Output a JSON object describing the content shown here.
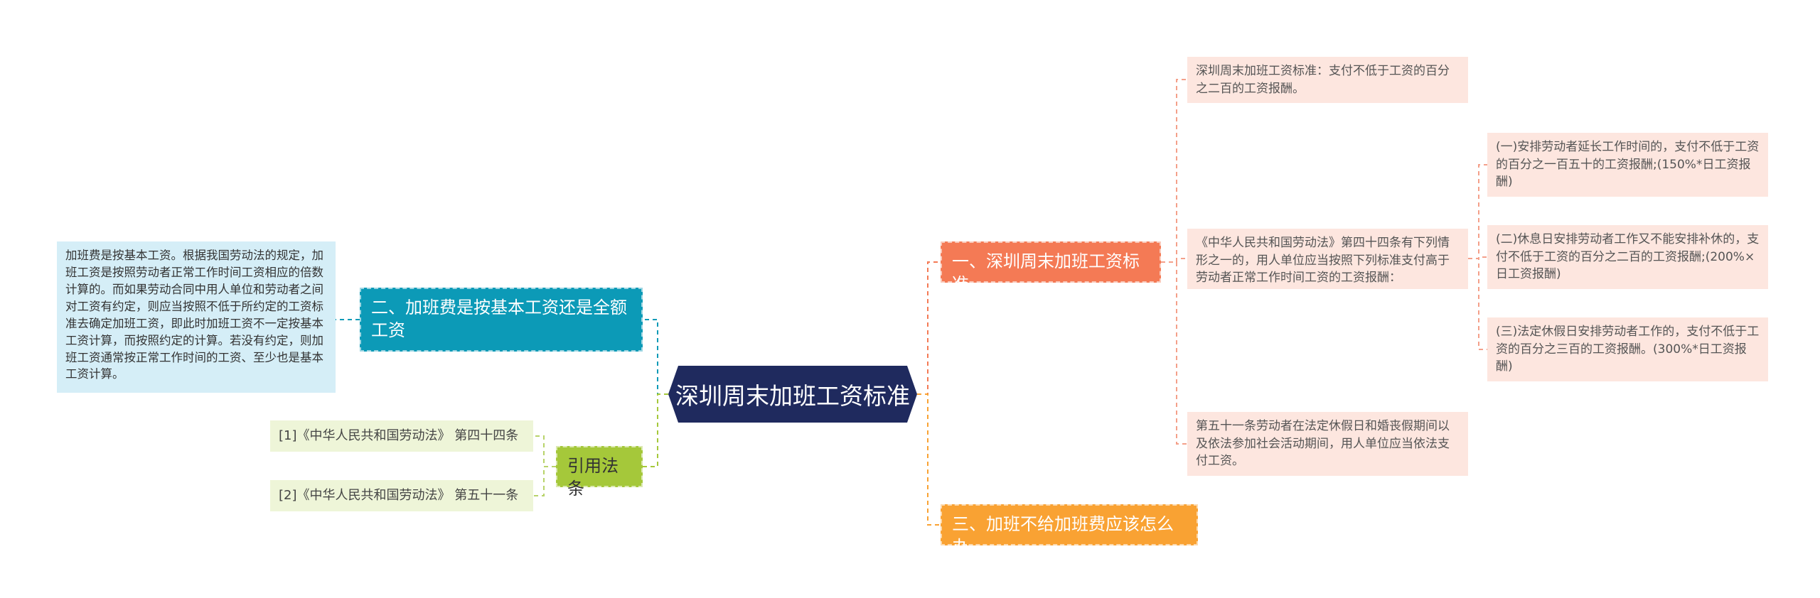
{
  "root": {
    "label": "深圳周末加班工资标准"
  },
  "branches": {
    "b1": "一、深圳周末加班工资标准",
    "b2": "二、加班费是按基本工资还是全额工资",
    "b3": "三、加班不给加班费应该怎么办",
    "b4": "引用法条"
  },
  "leaves": {
    "o1": "深圳周末加班工资标准：支付不低于工资的百分之二百的工资报酬。",
    "o2": "《中华人民共和国劳动法》第四十四条有下列情形之一的，用人单位应当按照下列标准支付高于劳动者正常工作时间工资的工资报酬：",
    "o3": "第五十一条劳动者在法定休假日和婚丧假期间以及依法参加社会活动期间，用人单位应当依法支付工资。",
    "s1": "(一)安排劳动者延长工作时间的，支付不低于工资的百分之一百五十的工资报酬;(150%*日工资报酬)",
    "s2": "(二)休息日安排劳动者工作又不能安排补休的，支付不低于工资的百分之二百的工资报酬;(200%×日工资报酬)",
    "s3": "(三)法定休假日安排劳动者工作的，支付不低于工资的百分之三百的工资报酬。(300%*日工资报酬)",
    "blue": "加班费是按基本工资。根据我国劳动法的规定，加班工资是按照劳动者正常工作时间工资相应的倍数计算的。而如果劳动合同中用人单位和劳动者之间对工资有约定，则应当按照不低于所约定的工资标准去确定加班工资，即此时加班工资不一定按基本工资计算，而按照约定的计算。若没有约定，则加班工资通常按正常工作时间的工资、至少也是基本工资计算。",
    "g1": "[1]《中华人民共和国劳动法》 第四十四条",
    "g2": "[2]《中华人民共和国劳动法》 第五十一条"
  },
  "colors": {
    "root": "#1f2a5e",
    "orange": "#f47a55",
    "orange_leaf": "#fde6df",
    "blue": "#0c9ab7",
    "blue_leaf": "#d5eef7",
    "amber": "#f9a233",
    "green": "#a5c83a",
    "green_leaf": "#eef5d8"
  }
}
